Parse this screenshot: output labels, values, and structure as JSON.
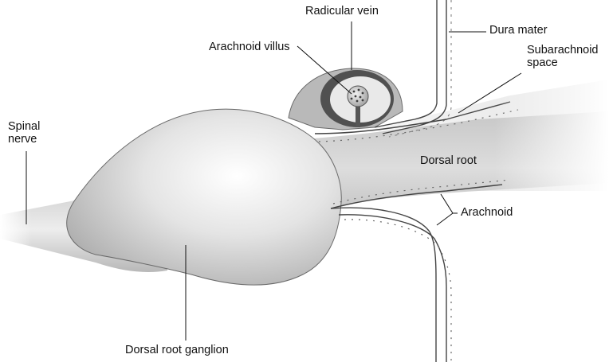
{
  "labels": {
    "radicular_vein": "Radicular vein",
    "dura_mater": "Dura mater",
    "arachnoid_villus": "Arachnoid villus",
    "subarachnoid_space": "Subarachnoid\nspace",
    "spinal_nerve": "Spinal\nnerve",
    "dorsal_root": "Dorsal root",
    "arachnoid": "Arachnoid",
    "dorsal_root_ganglion": "Dorsal root ganglion"
  }
}
